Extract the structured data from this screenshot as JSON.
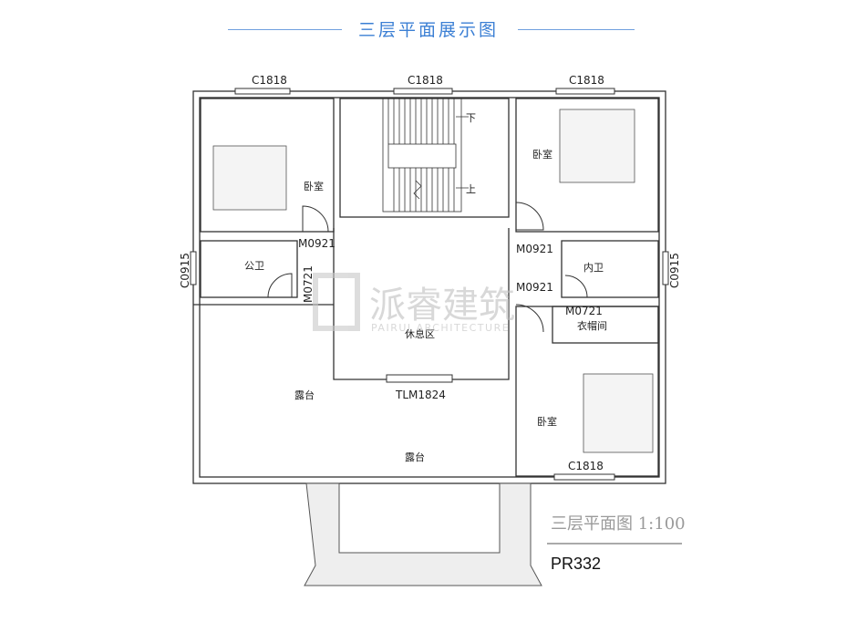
{
  "header": {
    "title": "三层平面展示图"
  },
  "plan": {
    "windows": {
      "c1818_top_left": "C1818",
      "c1818_top_mid": "C1818",
      "c1818_top_right": "C1818",
      "c1818_bottom_right": "C1818",
      "c0915_left": "C0915",
      "c0915_right": "C0915"
    },
    "doors": {
      "m0921_left": "M0921",
      "m0921_right_top": "M0921",
      "m0921_right_mid": "M0921",
      "m0721_left": "M0721",
      "m0721_right": "M0721",
      "tlm1824": "TLM1824"
    },
    "rooms": {
      "bedroom_left": "卧室",
      "bedroom_right_top": "卧室",
      "bedroom_right_bottom": "卧室",
      "bath_public": "公卫",
      "bath_inner": "内卫",
      "closet": "衣帽间",
      "lounge": "休息区",
      "terrace_left": "露台",
      "terrace_center": "露台"
    },
    "stairs": {
      "down": "下",
      "up": "上"
    }
  },
  "footer": {
    "scale_label": "三层平面图 1:100",
    "project_code": "PR332"
  },
  "watermark": {
    "brand": "派睿建筑",
    "sub": "PAIRUI ARCHITECTURE"
  }
}
